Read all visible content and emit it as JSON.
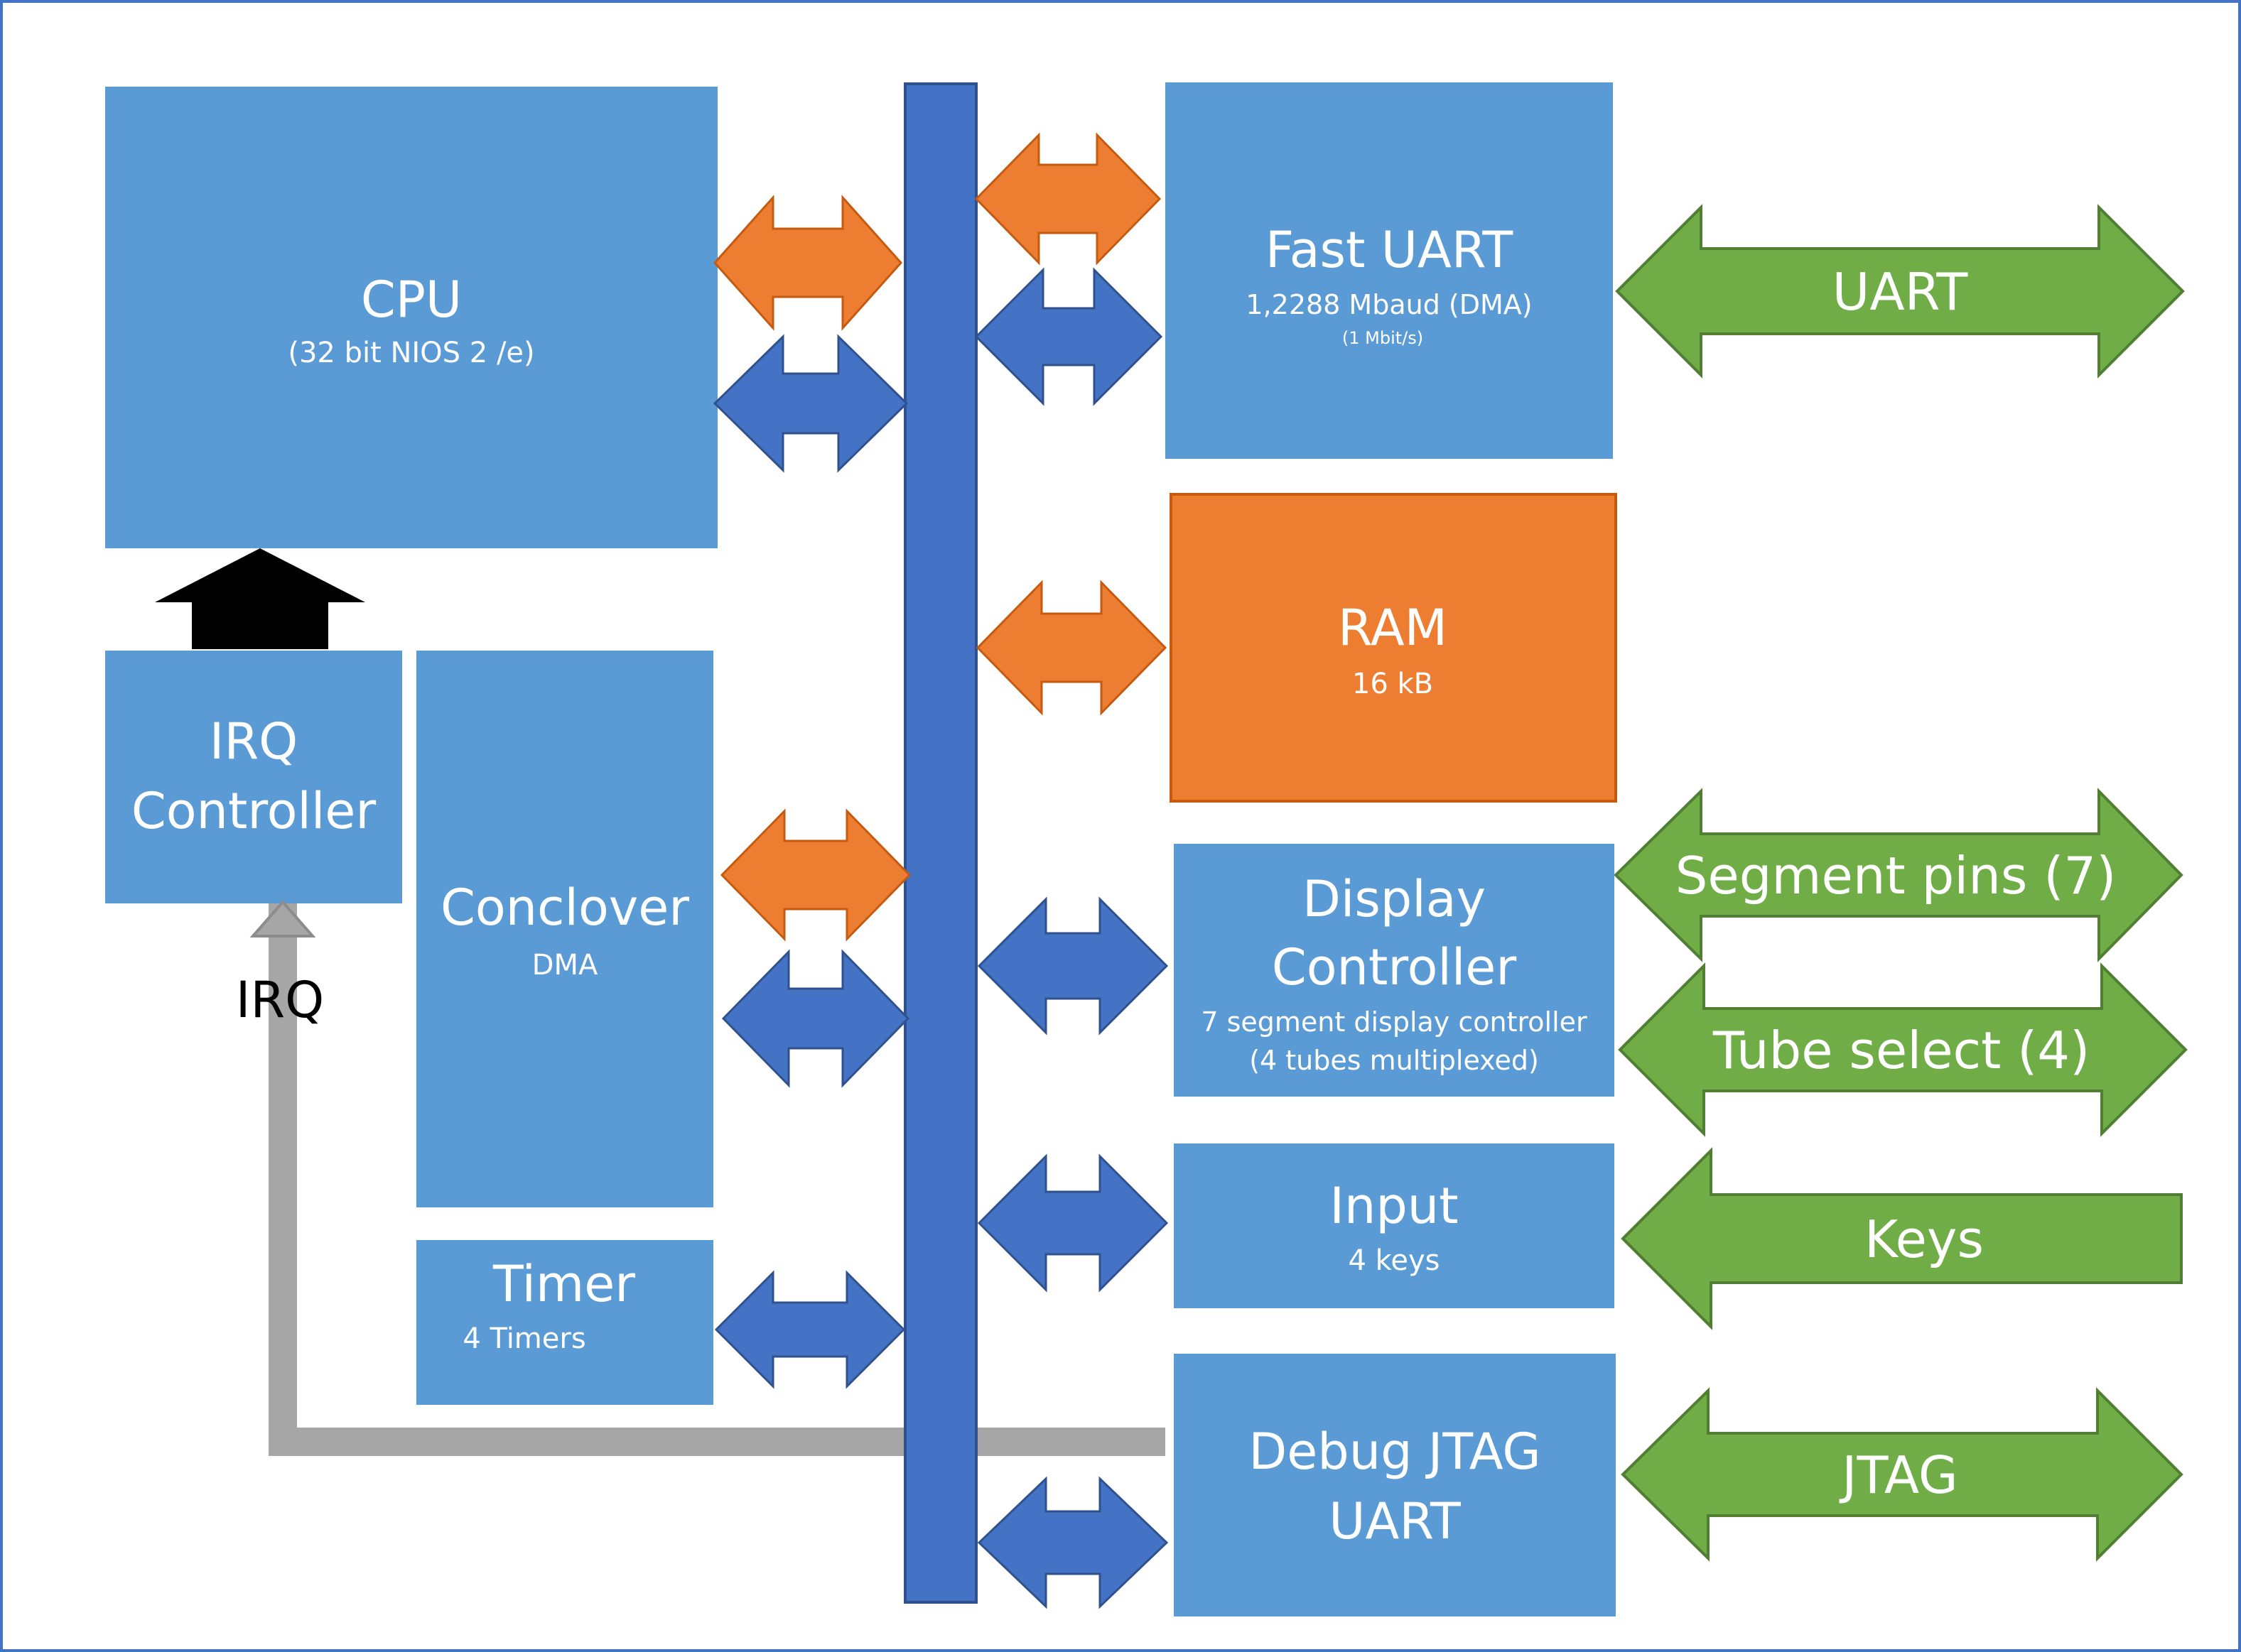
{
  "colors": {
    "frame": "#4472C4",
    "block": "#5B9BD5",
    "bus": "#4472C4",
    "ram": "#ED7D31",
    "arrow_orange": "#ED7D31",
    "arrow_blue": "#4472C4",
    "arrow_green": "#70AD47",
    "irq_line": "#A6A6A6",
    "irq_arrow": "#000000"
  },
  "blocks": {
    "cpu": {
      "title": "CPU",
      "sub": "(32 bit NIOS 2 /e)"
    },
    "irq": {
      "line1": "IRQ",
      "line2": "Controller"
    },
    "conclover": {
      "title": "Conclover",
      "sub": "DMA"
    },
    "timer": {
      "title": "Timer",
      "sub": "4 Timers"
    },
    "uart": {
      "title": "Fast UART",
      "sub": "1,2288 Mbaud (DMA)",
      "sub2": "(1 Mbit/s)"
    },
    "ram": {
      "title": "RAM",
      "sub": "16 kB"
    },
    "display": {
      "line1": "Display",
      "line2": "Controller",
      "sub": "7 segment display controller",
      "sub2": "(4 tubes multiplexed)"
    },
    "input": {
      "title": "Input",
      "sub": "4 keys"
    },
    "jtag": {
      "line1": "Debug JTAG",
      "line2": "UART"
    }
  },
  "irq_label": "IRQ",
  "external": {
    "uart": "UART",
    "segment": "Segment pins (7)",
    "tube": "Tube select (4)",
    "keys": "Keys",
    "jtag": "JTAG"
  }
}
